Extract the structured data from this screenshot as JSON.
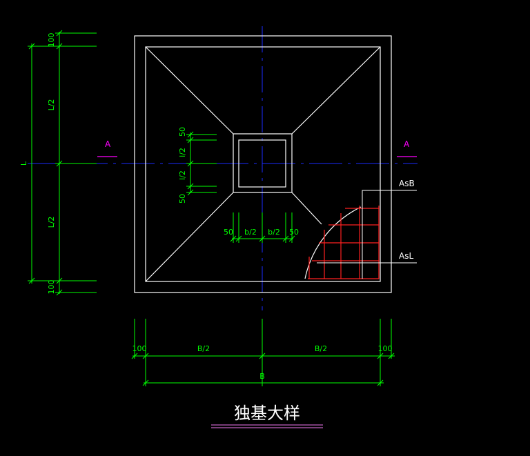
{
  "drawing": {
    "title": "独基大样",
    "colors": {
      "background": "#000000",
      "outline": "#ffffff",
      "dimension": "#00ff00",
      "centerline": "#1a2cff",
      "section_mark": "#ff00ff",
      "rebar": "#ff2020",
      "title_underline": "#c060c0"
    },
    "section_marks": {
      "left": "A",
      "right": "A"
    },
    "rebar_labels": {
      "top": "AsB",
      "bottom": "AsL"
    },
    "left_dims": {
      "top_edge": "100",
      "upper_half": "L/2",
      "total": "L",
      "lower_half": "L/2",
      "bottom_edge": "100"
    },
    "column_dims_vertical": {
      "top_gap": "50",
      "upper": "l/2",
      "lower": "l/2",
      "bottom_gap": "50"
    },
    "column_dims_horizontal": {
      "left_gap": "50",
      "left_half": "b/2",
      "right_half": "b/2",
      "right_gap": "50"
    },
    "bottom_dims": {
      "left_edge": "100",
      "left_half": "B/2",
      "right_half": "B/2",
      "right_edge": "100",
      "total": "B"
    }
  }
}
